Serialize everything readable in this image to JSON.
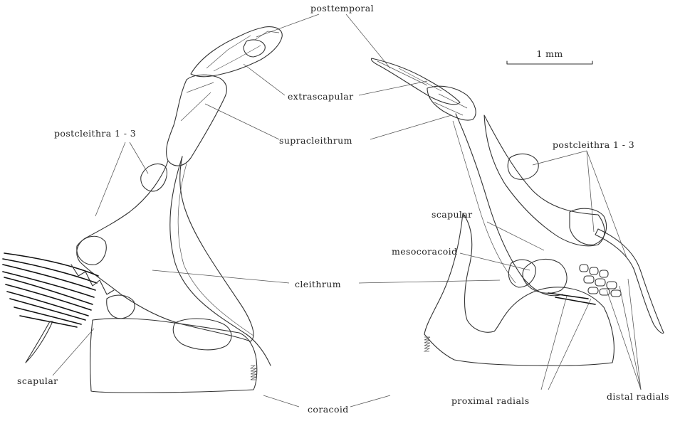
{
  "labels": {
    "posttemporal": "posttemporal",
    "extrascapular": "extrascapular",
    "supracleithrum": "supracleithrum",
    "postcleithra_left": "postcleithra 1 - 3",
    "postcleithra_right": "postcleithra 1 - 3",
    "scapular_left": "scapular",
    "scapular_right": "scapular",
    "mesocoracoid": "mesocoracoid",
    "cleithrum": "cleithrum",
    "coracoid": "coracoid",
    "proximal_radials": "proximal radials",
    "distal_radials": "distal radials"
  },
  "scale_bar": {
    "label": "1 mm"
  }
}
